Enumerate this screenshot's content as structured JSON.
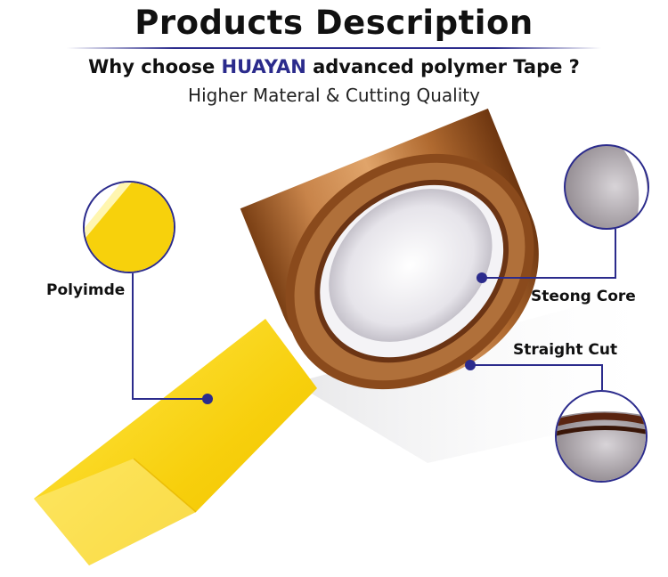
{
  "header": {
    "title": "Products Description",
    "subtitle_prefix": "Why choose ",
    "brand": "HUAYAN",
    "subtitle_suffix": " advanced polymer Tape ?",
    "tagline": "Higher Materal & Cutting Quality"
  },
  "callouts": [
    {
      "label": "Polyimde"
    },
    {
      "label": "Steong Core"
    },
    {
      "label": "Straight Cut"
    }
  ],
  "colors": {
    "accent": "#2b2b8c",
    "tape_yellow": "#f9d40f",
    "tape_copper": "#b8743a"
  }
}
